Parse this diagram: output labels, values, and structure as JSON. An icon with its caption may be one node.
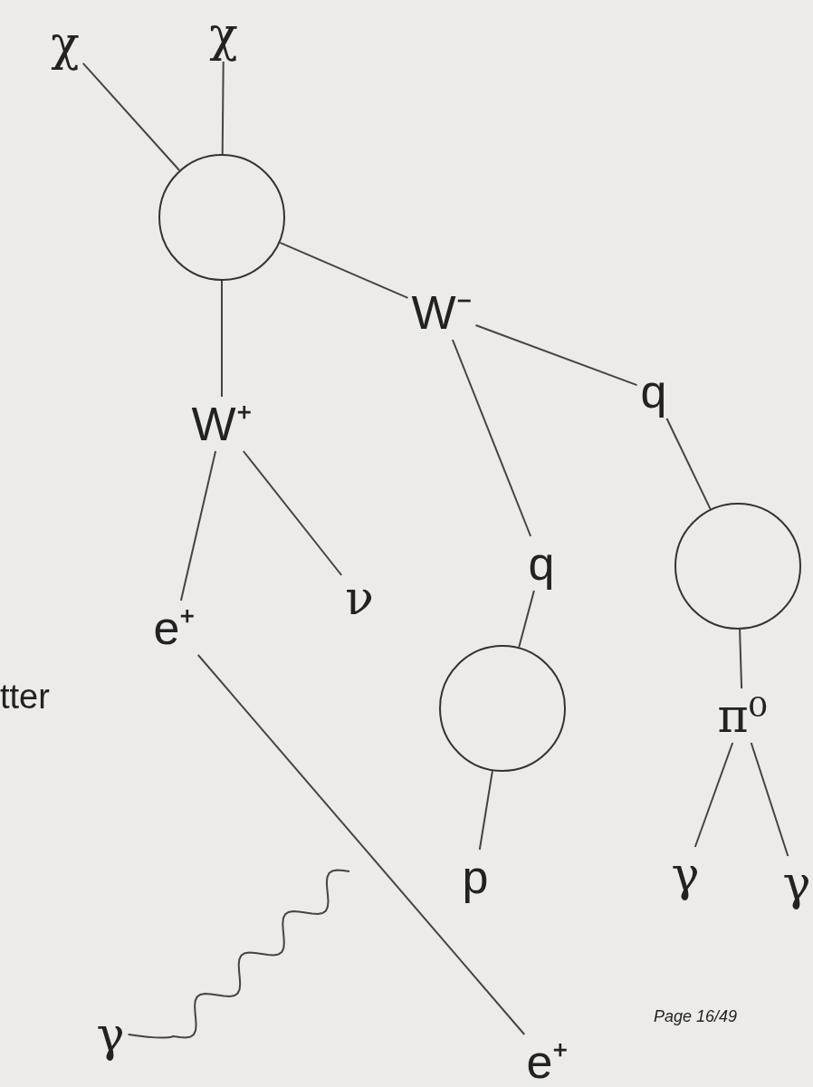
{
  "diagram": {
    "nodes": [
      {
        "text": [
          "χ"
        ]
      },
      {
        "text": [
          "χ"
        ]
      },
      {
        "text": [],
        "shape": "circle"
      },
      {
        "text": [
          "W⁻"
        ]
      },
      {
        "text": [
          "W⁺"
        ]
      },
      {
        "text": [
          "q"
        ]
      },
      {
        "text": [
          "q"
        ]
      },
      {
        "text": [],
        "shape": "circle"
      },
      {
        "text": [
          "e⁺"
        ]
      },
      {
        "text": [
          "ν"
        ]
      },
      {
        "text": [],
        "shape": "circle"
      },
      {
        "text": [
          "π⁰"
        ]
      },
      {
        "text": [
          "p"
        ]
      },
      {
        "text": [
          "γ"
        ]
      },
      {
        "text": [
          "γ"
        ]
      },
      {
        "text": [
          "γ"
        ]
      },
      {
        "text": [
          "e⁺"
        ]
      }
    ],
    "edges": [
      {
        "from": 0,
        "to": 2,
        "arrow": "none"
      },
      {
        "from": 1,
        "to": 2,
        "arrow": "none"
      },
      {
        "from": 2,
        "to": 3,
        "arrow": "none"
      },
      {
        "from": 2,
        "to": 4,
        "arrow": "none"
      },
      {
        "from": 3,
        "to": 5,
        "arrow": "none"
      },
      {
        "from": 3,
        "to": 6,
        "arrow": "none"
      },
      {
        "from": 4,
        "to": 8,
        "arrow": "none"
      },
      {
        "from": 4,
        "to": 9,
        "arrow": "none"
      },
      {
        "from": 5,
        "to": 7,
        "arrow": "none"
      },
      {
        "from": 6,
        "to": 10,
        "arrow": "none"
      },
      {
        "from": 7,
        "to": 11,
        "arrow": "none"
      },
      {
        "from": 10,
        "to": 12,
        "arrow": "none"
      },
      {
        "from": 11,
        "to": 13,
        "arrow": "none"
      },
      {
        "from": 11,
        "to": 14,
        "arrow": "none"
      },
      {
        "from": 8,
        "to": 16,
        "arrow": "none"
      },
      {
        "from": 15,
        "to": null,
        "arrow": "none"
      }
    ],
    "labels": [
      "tter",
      "Page 16/49"
    ]
  }
}
